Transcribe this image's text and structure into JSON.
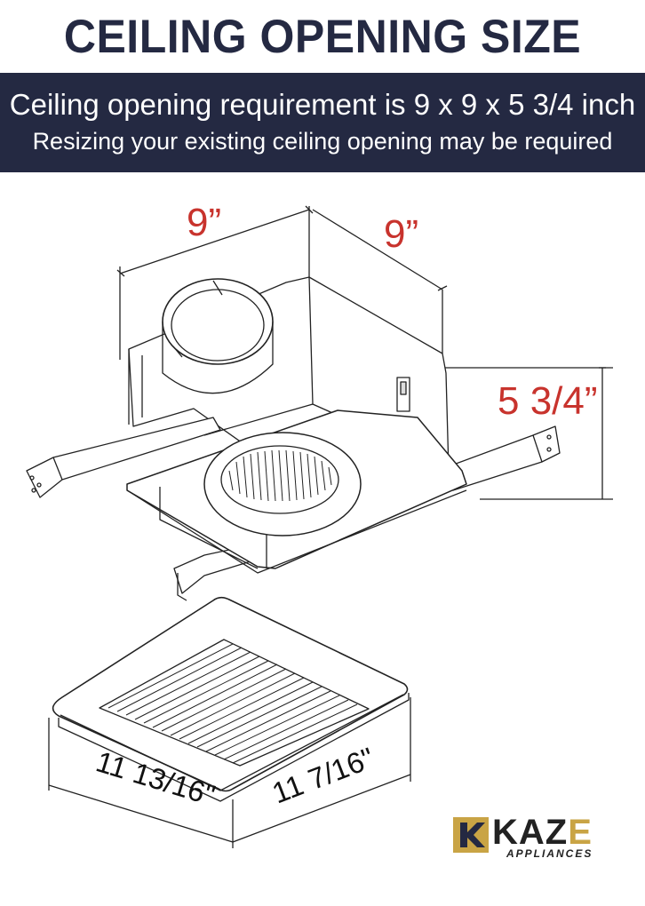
{
  "header": {
    "title": "CEILING OPENING SIZE",
    "requirement": "Ceiling opening requirement is 9 x 9 x 5 3/4 inch",
    "note": "Resizing your existing ceiling opening may be required"
  },
  "dimensions": {
    "housing_width": "9”",
    "housing_depth": "9”",
    "housing_height": "5 3/4”",
    "grille_width": "11 13/16\"",
    "grille_depth": "11 7/16\""
  },
  "logo": {
    "name_main": "KAZ",
    "name_accent": "E",
    "subtitle": "APPLIANCES"
  },
  "colors": {
    "banner": "#242942",
    "dimension_red": "#c8332d",
    "logo_gold": "#c9a445"
  }
}
